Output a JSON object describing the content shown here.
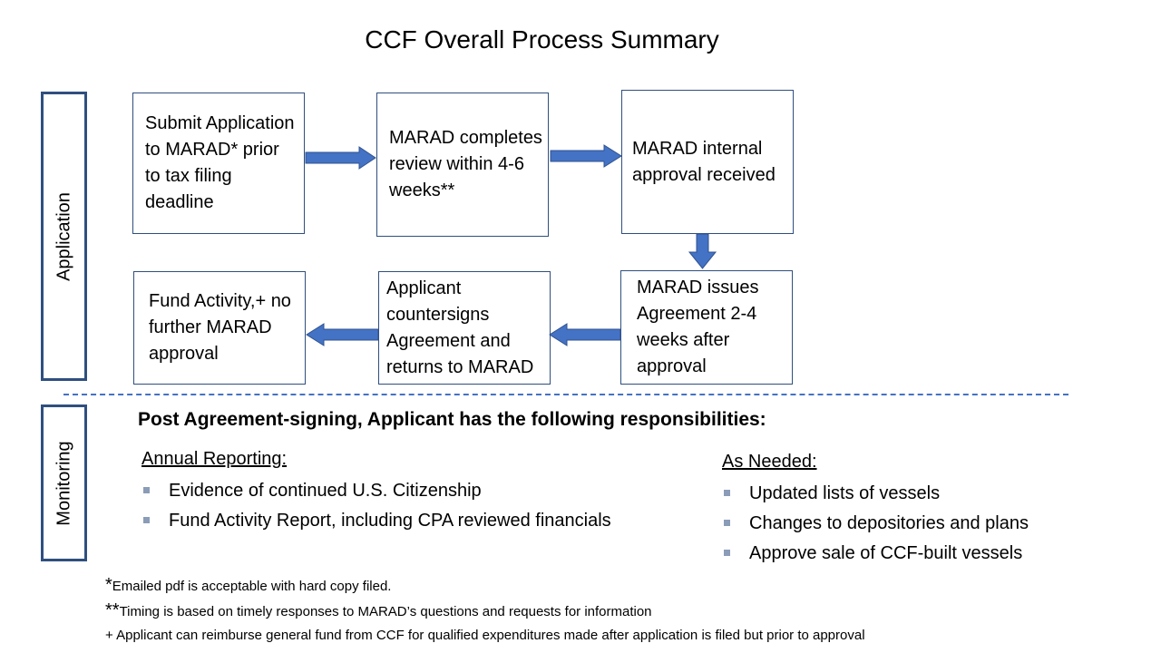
{
  "title": "CCF Overall Process Summary",
  "sections": {
    "application": "Application",
    "monitoring": "Monitoring"
  },
  "steps": {
    "submit": "Submit Application to MARAD* prior to tax filing deadline",
    "review": "MARAD completes review within 4-6 weeks**",
    "approval": "MARAD internal approval received",
    "issues": "MARAD issues Agreement 2-4 weeks after approval",
    "countersigns": "Applicant countersigns Agreement and returns to MARAD",
    "fund_activity": "Fund Activity,+ no further MARAD approval"
  },
  "responsibilities": {
    "heading": "Post Agreement-signing, Applicant has the following responsibilities:",
    "annual": {
      "title": "Annual Reporting:",
      "items": [
        "Evidence of continued U.S. Citizenship",
        "Fund Activity Report, including CPA reviewed financials"
      ]
    },
    "as_needed": {
      "title": "As Needed:",
      "items": [
        "Updated lists of vessels",
        "Changes to depositories and plans",
        "Approve sale of CCF-built vessels"
      ]
    }
  },
  "footnotes": [
    {
      "mark": "*",
      "text": "Emailed pdf is acceptable with hard copy filed."
    },
    {
      "mark": "**",
      "text": "Timing is based on timely responses to MARAD’s questions and requests for information"
    },
    {
      "mark": "",
      "text": "+ Applicant can reimburse general fund from CCF for qualified expenditures made after application is filed but prior to approval"
    }
  ],
  "colors": {
    "arrow": "#4472c4",
    "arrow_outline": "#2f528f",
    "box_border": "#2f4f7f",
    "divider": "#4472c4",
    "bullet": "#8a9cb8"
  }
}
